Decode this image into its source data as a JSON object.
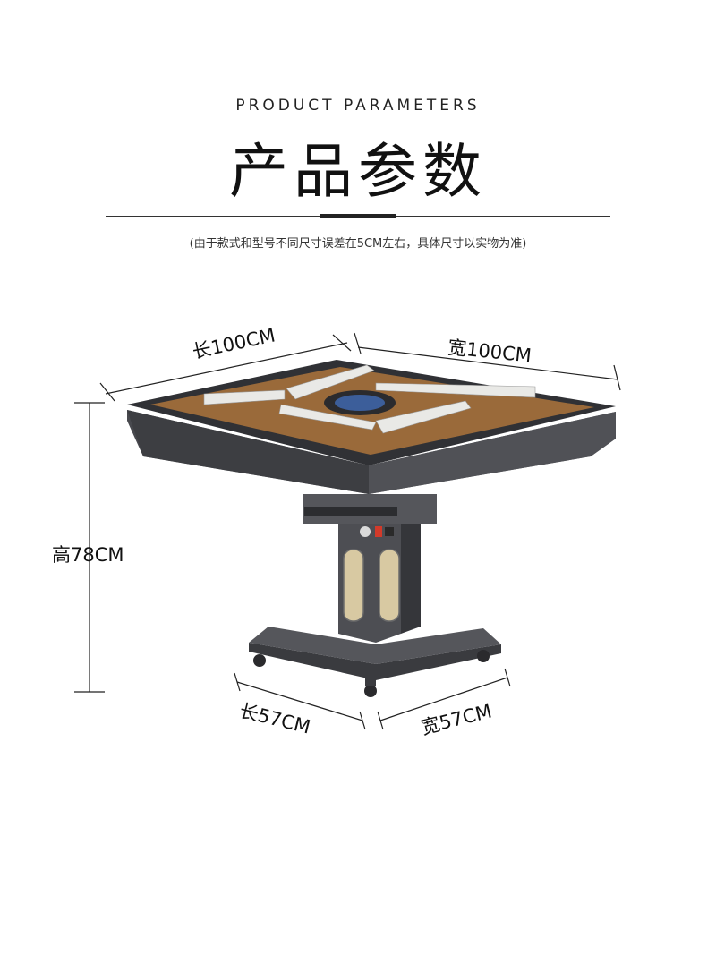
{
  "header": {
    "subtitle_en": "PRODUCT PARAMETERS",
    "title_cn": "产品参数",
    "note": "(由于款式和型号不同尺寸误差在5CM左右，具体尺寸以实物为准)"
  },
  "dimensions": {
    "table_length": "长100CM",
    "table_width": "宽100CM",
    "height": "高78CM",
    "base_length": "长57CM",
    "base_width": "宽57CM"
  },
  "colors": {
    "frame": "#4a4b4f",
    "frame_dark": "#2e2f33",
    "felt": "#9a6a3a",
    "tiles": "#e9e9e6",
    "accent_red": "#d23a2a"
  }
}
